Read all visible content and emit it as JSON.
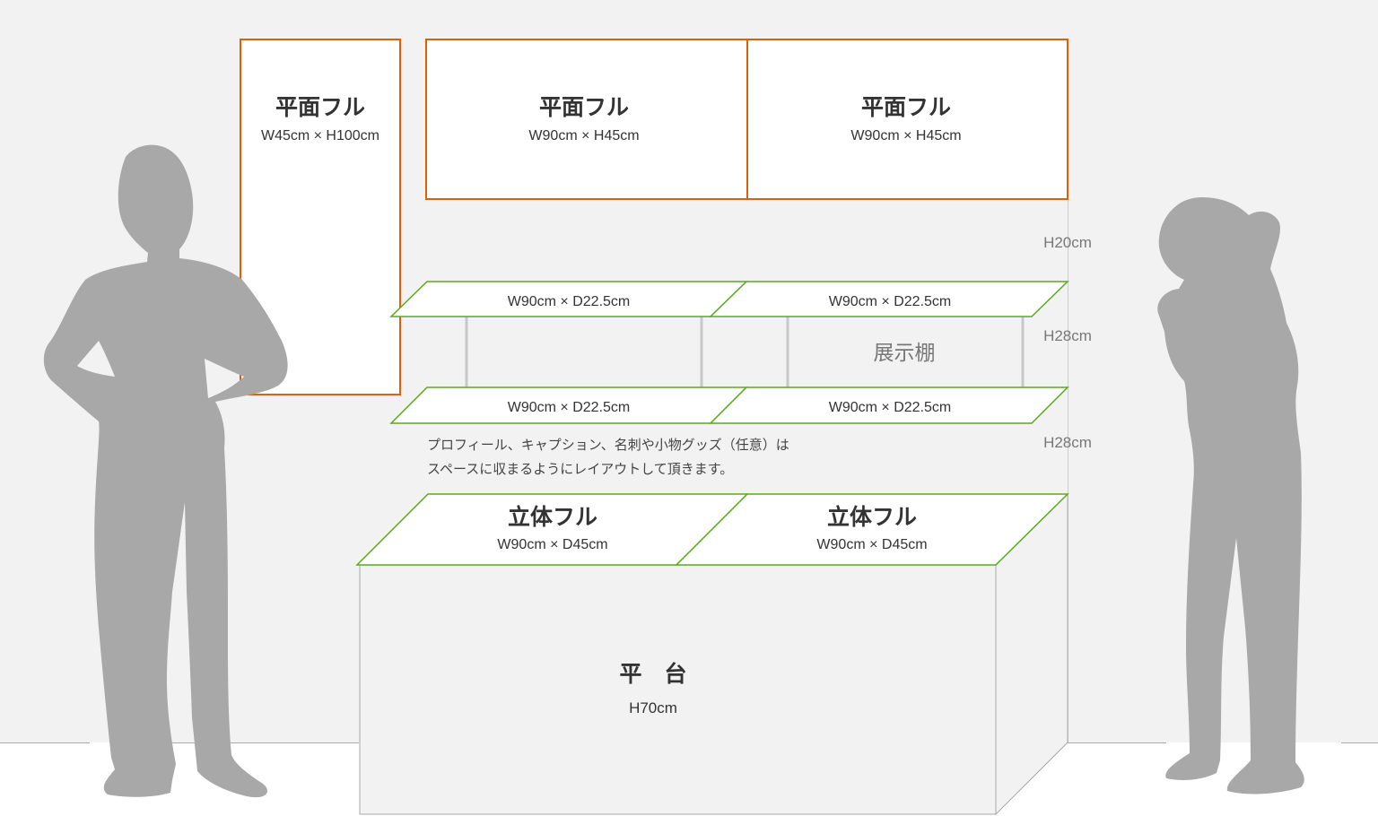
{
  "colors": {
    "wall": "#f2f2f2",
    "floor": "#ffffff",
    "panel_stroke": "#e0600a",
    "top_stroke": "#5aaa1e",
    "silhouette": "#a8a8a8",
    "pole": "#c8c8c8",
    "text": "#333333",
    "text_muted": "#777777"
  },
  "wall_panels": [
    {
      "title": "平面フル",
      "size": "W45cm × H100cm"
    },
    {
      "title": "平面フル",
      "size": "W90cm × H45cm"
    },
    {
      "title": "平面フル",
      "size": "W90cm × H45cm"
    }
  ],
  "shelf": {
    "label": "展示棚",
    "upper": [
      {
        "size": "W90cm × D22.5cm"
      },
      {
        "size": "W90cm × D22.5cm"
      }
    ],
    "lower": [
      {
        "size": "W90cm × D22.5cm"
      },
      {
        "size": "W90cm × D22.5cm"
      }
    ]
  },
  "heights": [
    {
      "label": "H20cm"
    },
    {
      "label": "H28cm"
    },
    {
      "label": "H28cm"
    }
  ],
  "note": {
    "line1": "プロフィール、キャプション、名刺や小物グッズ（任意）は",
    "line2": "スペースに収まるようにレイアウトして頂きます。"
  },
  "table_tops": [
    {
      "title": "立体フル",
      "size": "W90cm × D45cm"
    },
    {
      "title": "立体フル",
      "size": "W90cm × D45cm"
    }
  ],
  "table": {
    "title": "平　台",
    "height": "H70cm"
  }
}
